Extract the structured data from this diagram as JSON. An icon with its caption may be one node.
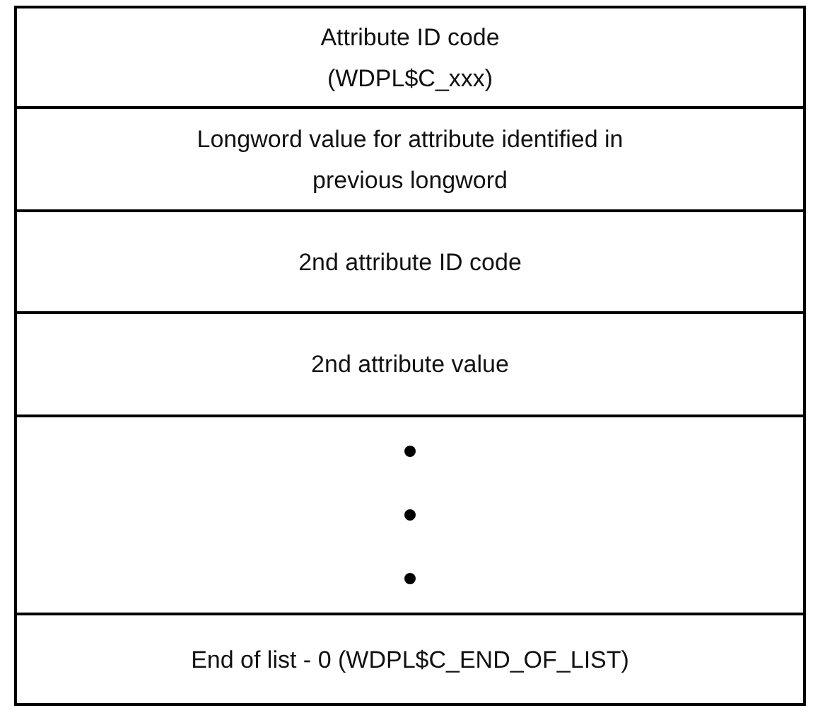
{
  "diagram": {
    "nodes": [
      {
        "text": [
          "Attribute ID code (WDPL$C_xxx)"
        ]
      },
      {
        "text": [
          "Longword value for attribute identified in previous longword"
        ]
      },
      {
        "text": [
          "2nd attribute ID code"
        ]
      },
      {
        "text": [
          "2nd attribute value"
        ]
      },
      {
        "text": [],
        "shape": "box"
      },
      {
        "text": [
          "End of list - 0 (WDPL$C_END_OF_LIST)"
        ]
      }
    ],
    "edges": []
  }
}
